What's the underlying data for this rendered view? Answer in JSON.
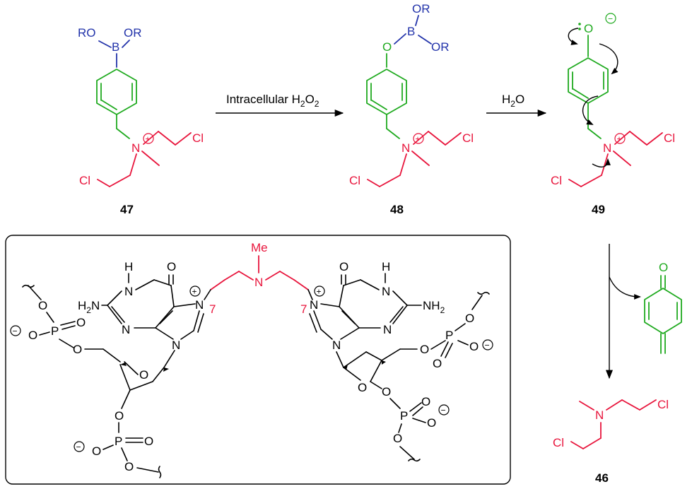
{
  "colors": {
    "boron": "#2233aa",
    "aryl": "#1faa1f",
    "mustard": "#e8153c",
    "text": "#000000"
  },
  "arrows": {
    "step1_label": "Intracellular H",
    "step1_sub": "2",
    "step1_label2": "O",
    "step1_sub2": "2",
    "step2_label": "H",
    "step2_sub": "2",
    "step2_label2": "O"
  },
  "compounds": {
    "c47": {
      "label": "47",
      "RO": "RO",
      "B": "B",
      "OR": "OR",
      "N": "N",
      "Cl": "Cl",
      "plus": "+"
    },
    "c48": {
      "label": "48",
      "OR": "OR",
      "O": "O",
      "B": "B",
      "N": "N",
      "Cl": "Cl",
      "plus": "+"
    },
    "c49": {
      "label": "49",
      "O": "O",
      "minus": "−",
      "N": "N",
      "Cl": "Cl",
      "plus": "+"
    },
    "c46": {
      "label": "46",
      "N": "N",
      "Cl": "Cl"
    },
    "quinone": {
      "O": "O"
    }
  },
  "adduct": {
    "Me": "Me",
    "N": "N",
    "H": "H",
    "O": "O",
    "H2N": "H",
    "H2N_sub": "2",
    "H2N_tail": "N",
    "NH2": "NH",
    "NH2_sub": "2",
    "pos7": "7",
    "P": "P",
    "minus": "−",
    "plus": "+"
  }
}
